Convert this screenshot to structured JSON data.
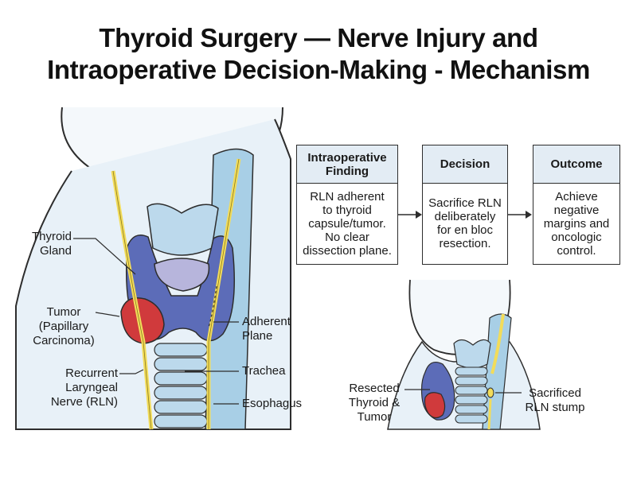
{
  "title": {
    "line1": "Thyroid Surgery — Nerve Injury and",
    "line2": "Intraoperative Decision-Making - Mechanism"
  },
  "main_labels": {
    "thyroid_gland": "Thyroid\nGland",
    "tumor": "Tumor\n(Papillary\nCarcinoma)",
    "rln": "Recurrent\nLaryngeal\nNerve (RLN)",
    "adherent_plane": "Adherent\nPlane",
    "trachea": "Trachea",
    "esophagus": "Esophagus"
  },
  "flow": {
    "finding": {
      "header": "Intraoperative\nFinding",
      "body": "RLN adherent\nto thyroid\ncapsule/tumor.\nNo clear\ndissection plane."
    },
    "decision": {
      "header": "Decision",
      "body": "Sacrifice RLN\ndeliberately\nfor en bloc\nresection."
    },
    "outcome": {
      "header": "Outcome",
      "body": "Achieve\nnegative\nmargins and\noncologic\ncontrol."
    }
  },
  "inset_labels": {
    "resected": "Resected\nThyroid &\nTumor",
    "stump": "Sacrificed\nRLN stump"
  },
  "colors": {
    "thyroid": "#5c6cb8",
    "tumor": "#d03a3c",
    "trachea": "#bcd9ec",
    "nerve": "#f2dc5a",
    "skin": "#e8f1f8",
    "header_fill": "#e3ecf4"
  }
}
